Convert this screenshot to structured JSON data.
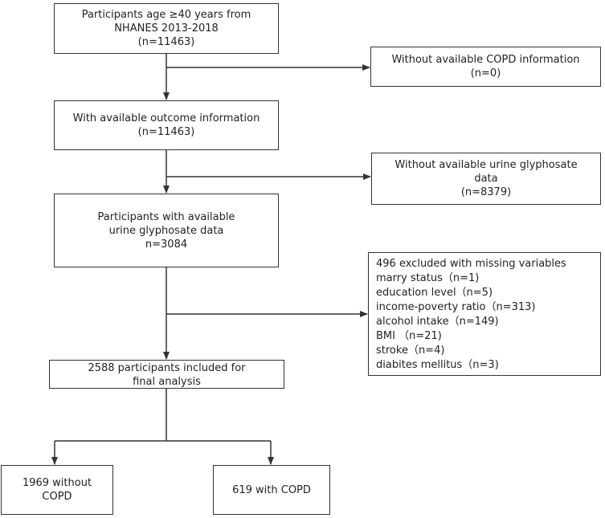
{
  "boxes": {
    "start": {
      "lines": [
        "Participants age ≥40 years from",
        "NHANES 2013-2018",
        "(n=11463)"
      ]
    },
    "excl_copd": {
      "lines": [
        "Without  available COPD information",
        "(n=0)"
      ]
    },
    "outcome": {
      "lines": [
        "With available outcome information",
        "(n=11463)"
      ]
    },
    "excl_urine": {
      "lines": [
        "Without available urine glyphosate",
        "data",
        "(n=8379)"
      ]
    },
    "urine": {
      "lines": [
        "Participants with available",
        "urine glyphosate data",
        "n=3084"
      ]
    },
    "excl_vars": {
      "lines": [
        "496 excluded with missing variables",
        "marry status（n=1)",
        "education level（n=5)",
        "income-poverty ratio（n=313)",
        "alcohol intake（n=149)",
        "BMI  （n=21)",
        "stroke（n=4)",
        "diabites mellitus（n=3)"
      ]
    },
    "final": {
      "lines": [
        "2588 participants included for",
        "final analysis"
      ]
    },
    "no_copd": {
      "lines": [
        "1969 without",
        "COPD"
      ]
    },
    "copd": {
      "lines": [
        "619 with COPD"
      ]
    }
  },
  "colors": {
    "line": "#333333",
    "box_border": "#333333"
  }
}
